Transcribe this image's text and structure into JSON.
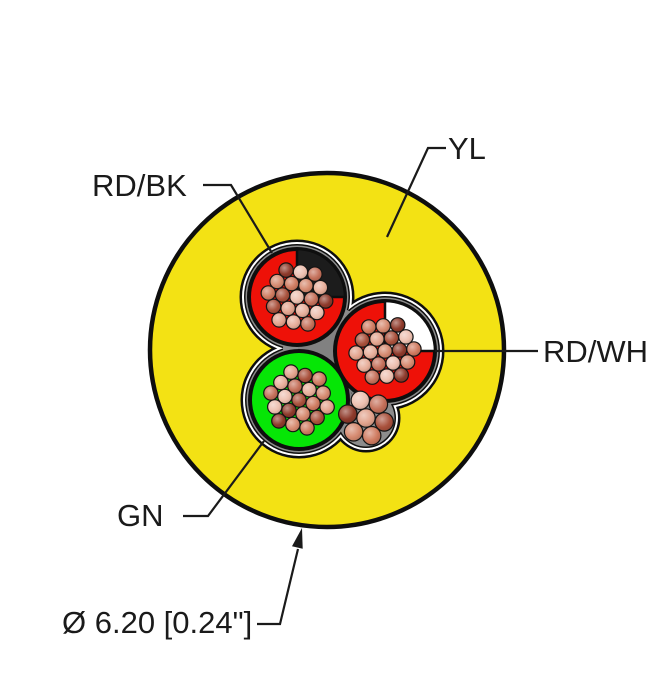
{
  "diagram": {
    "type": "cable-cross-section",
    "labels": {
      "jacket": "YL",
      "conductor_red_black": "RD/BK",
      "conductor_red_white": "RD/WH",
      "conductor_green": "GN",
      "dimension": "Ø 6.20 [0.24\"]"
    },
    "colors": {
      "jacket_yellow": "#F3E214",
      "insulation_red": "#EE1108",
      "insulation_green": "#06E606",
      "stripe_black": "#1C1C1C",
      "stripe_white": "#FFFFFF",
      "filler_gray": "#8C8C8C",
      "filler_dark": "#737373",
      "outline_black": "#0E0E0E",
      "wrap_white": "#FFFFFF",
      "leader_black": "#1A1A1A"
    },
    "strand_palette": [
      "#EDC0B0",
      "#E2A38D",
      "#D68A70",
      "#C4705A",
      "#A9513C",
      "#8E3A2B",
      "#E7AE9A",
      "#CF7B60"
    ]
  }
}
